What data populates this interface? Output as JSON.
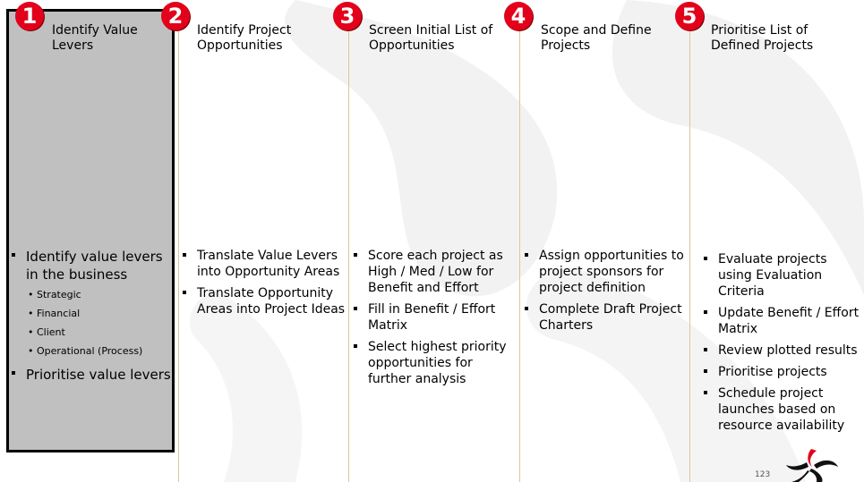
{
  "steps": [
    {
      "number": "1",
      "title": "Identify Value Levers",
      "bullets": [
        {
          "text": "Identify value levers in the business",
          "sub": [
            "Strategic",
            "Financial",
            "Client",
            "Operational (Process)"
          ]
        },
        {
          "text": "Prioritise value levers"
        }
      ]
    },
    {
      "number": "2",
      "title": "Identify Project Opportunities",
      "bullets": [
        {
          "text": "Translate Value Levers into Opportunity Areas"
        },
        {
          "text": "Translate Opportunity Areas into Project Ideas"
        }
      ]
    },
    {
      "number": "3",
      "title": "Screen Initial List of Opportunities",
      "bullets": [
        {
          "text": "Score each project as High / Med / Low for Benefit and Effort"
        },
        {
          "text": "Fill in Benefit / Effort Matrix"
        },
        {
          "text": "Select highest priority opportunities for further analysis"
        }
      ]
    },
    {
      "number": "4",
      "title": "Scope and Define Projects",
      "bullets": [
        {
          "text": "Assign opportunities to project sponsors for project definition"
        },
        {
          "text": "Complete Draft Project Charters"
        }
      ]
    },
    {
      "number": "5",
      "title": "Prioritise List of Defined Projects",
      "bullets": [
        {
          "text": "Evaluate projects using Evaluation Criteria"
        },
        {
          "text": "Update Benefit / Effort Matrix"
        },
        {
          "text": "Review plotted results"
        },
        {
          "text": "Prioritise projects"
        },
        {
          "text": "Schedule project launches based on resource availability"
        }
      ]
    }
  ],
  "footer": {
    "page_number": "123"
  },
  "colors": {
    "badge": "#e3001b",
    "highlight_box": "#c0c0c0",
    "divider": "#d8c89a"
  },
  "icons": [
    "company-logo-icon",
    "background-swirl"
  ]
}
